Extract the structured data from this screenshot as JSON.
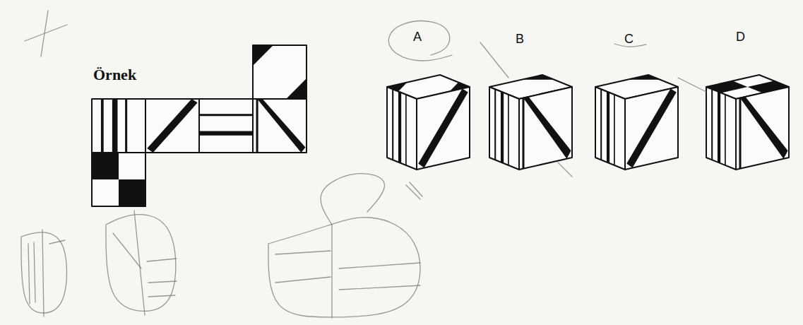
{
  "diagram": {
    "labels": [
      "Örnek",
      "A",
      "B",
      "C",
      "D"
    ]
  }
}
